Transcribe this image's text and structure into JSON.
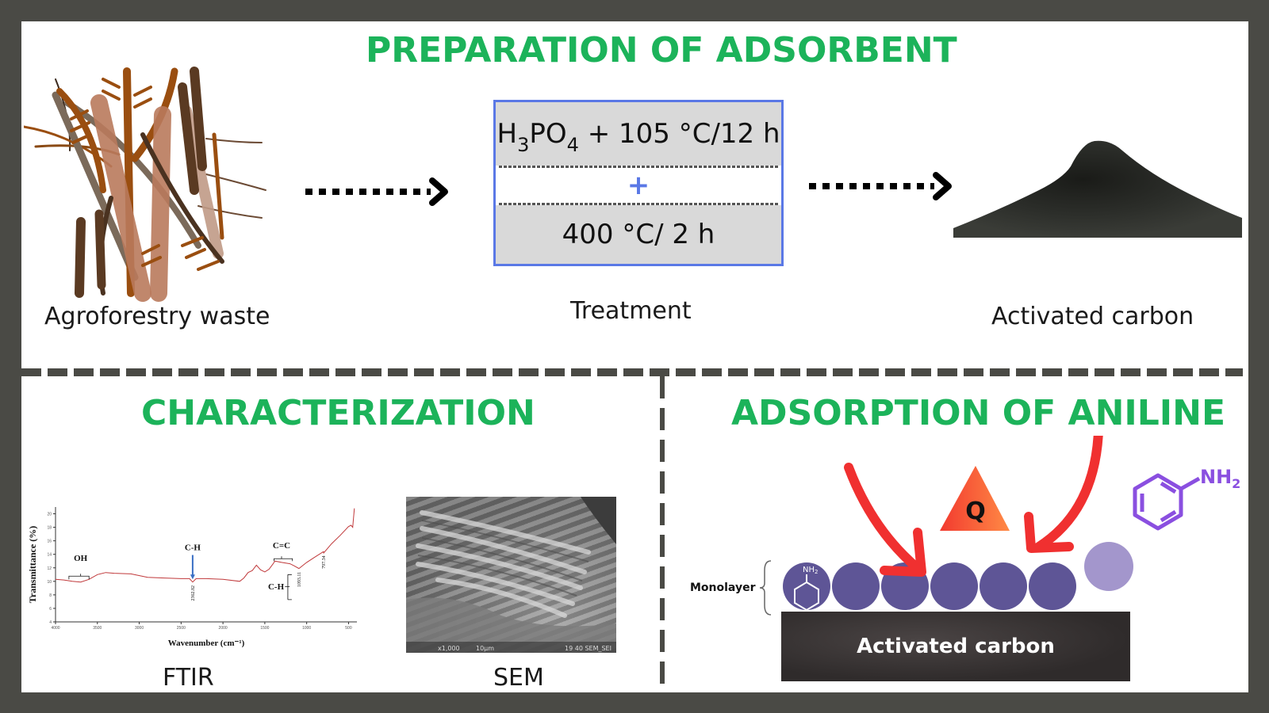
{
  "sections": {
    "preparation": {
      "title": "PREPARATION OF ADSORBENT",
      "raw_material_label": "Agroforestry waste",
      "treatment_label": "Treatment",
      "product_label": "Activated carbon",
      "treatment_steps": {
        "step1_prefix": "H",
        "step1_sub1": "3",
        "step1_mid": "PO",
        "step1_sub2": "4",
        "step1_suffix": " + 105 °C/12 h",
        "joiner": "+",
        "step2": "400 °C/ 2 h"
      }
    },
    "characterization": {
      "title": "CHARACTERIZATION",
      "ftir_label": "FTIR",
      "sem_label": "SEM",
      "sem_info": "19 40 SEM_SEI",
      "sem_scale": "10µm",
      "sem_mag": "x1,000"
    },
    "adsorption": {
      "title": "ADSORPTION OF ANILINE",
      "monolayer_label": "Monolayer",
      "heat_symbol": "Q",
      "substrate_label": "Activated carbon",
      "molecule_group": "NH",
      "molecule_group_sub": "2",
      "adsorbed_count": 6
    }
  },
  "colors": {
    "title_green": "#1cb35a",
    "frame": "#4a4a45",
    "treatment_border": "#5a78e6",
    "adsorbed_circle": "#5e5596",
    "free_circle": "#a396cc",
    "arrow_red": "#f03030",
    "aniline_purple": "#8a4fe0",
    "spectrum_red": "#c0393b"
  },
  "chart_data": {
    "type": "line",
    "title": "",
    "xlabel": "Wavenumber (cm⁻¹)",
    "ylabel": "Transmittance (%)",
    "xlim": [
      4000,
      400
    ],
    "ylim": [
      4,
      21
    ],
    "x_ticks": [
      "4000",
      "3500",
      "3000",
      "2500",
      "2000",
      "1500",
      "1000",
      "500"
    ],
    "y_ticks": [
      "4",
      "6",
      "8",
      "10",
      "12",
      "14",
      "16",
      "18",
      "20"
    ],
    "series": [
      {
        "name": "Activated carbon",
        "x": [
          4000,
          3900,
          3800,
          3700,
          3600,
          3500,
          3400,
          3300,
          3100,
          2900,
          2700,
          2500,
          2400,
          2362,
          2320,
          2200,
          2000,
          1800,
          1750,
          1700,
          1650,
          1600,
          1550,
          1500,
          1450,
          1400,
          1380,
          1300,
          1200,
          1150,
          1093,
          1000,
          900,
          800,
          797,
          700,
          600,
          500,
          470,
          450,
          430
        ],
        "y": [
          10.3,
          10.2,
          10.0,
          9.9,
          10.3,
          11.0,
          11.3,
          11.2,
          11.1,
          10.6,
          10.5,
          10.4,
          10.4,
          9.9,
          10.4,
          10.4,
          10.3,
          10.0,
          10.5,
          11.3,
          11.6,
          12.4,
          11.7,
          11.4,
          11.8,
          12.6,
          13.0,
          12.8,
          12.6,
          12.3,
          11.9,
          12.8,
          13.6,
          14.4,
          14.2,
          15.6,
          16.8,
          18.1,
          18.3,
          18.0,
          20.8
        ]
      }
    ],
    "annotations": [
      {
        "text": "OH",
        "x": 3700
      },
      {
        "text": "C-H",
        "x": 2362
      },
      {
        "text": "2362.82",
        "x": 2362
      },
      {
        "text": "C=C",
        "x": 1300
      },
      {
        "text": "C-H",
        "x": 1093
      },
      {
        "text": "1093.11",
        "x": 1093
      },
      {
        "text": "797.34",
        "x": 797
      }
    ]
  }
}
